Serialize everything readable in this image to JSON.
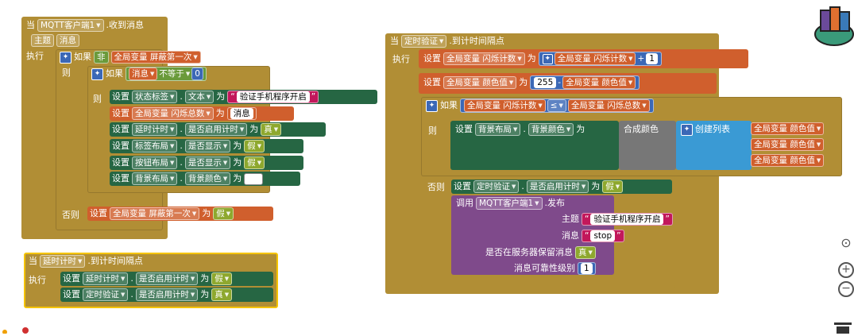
{
  "mqtt_event": {
    "when": "当",
    "component": "MQTT客户端1",
    "event": ".收到消息",
    "param1": "主题",
    "param2": "消息",
    "do": "执行",
    "if": "如果",
    "not": "非",
    "global_block_first": "全局变量 屏蔽第一次",
    "then": "则",
    "msg_var": "消息",
    "neq": "不等于",
    "zero": "0",
    "set": "设置",
    "status_label": "状态标签",
    "text_prop": "文本",
    "to": "为",
    "verify_msg": "验证手机程序开启",
    "global_blink_total": "全局变量 闪烁总数",
    "msg_var2": "消息",
    "delay_timer": "延时计时",
    "timer_enabled": "是否启用计时",
    "true": "真",
    "label_layout": "标签布局",
    "visible_prop": "是否显示",
    "false": "假",
    "button_layout": "按钮布局",
    "bg_layout": "背景布局",
    "bg_color_prop": "背景颜色",
    "else": "否则"
  },
  "delay_event": {
    "when": "当",
    "component": "延时计时",
    "event": ".到计时间隔点",
    "do": "执行",
    "set": "设置",
    "c1": "延时计时",
    "prop": "是否启用计时",
    "to": "为",
    "v1": "假",
    "c2": "定时验证",
    "v2": "真"
  },
  "timer_event": {
    "when": "当",
    "component": "定时验证",
    "event": ".到计时间隔点",
    "do": "执行",
    "set": "设置",
    "blink_count": "全局变量 闪烁计数",
    "to": "为",
    "plus": "+",
    "one": "1",
    "color_val": "全局变量 颜色值",
    "n255": "255",
    "minus": "-",
    "if": "如果",
    "le": "≤",
    "blink_total": "全局变量 闪烁总数",
    "then": "则",
    "bg_layout": "背景布局",
    "bg_color": "背景颜色",
    "make_color": "合成颜色",
    "make_list": "创建列表",
    "else": "否则",
    "timer_comp": "定时验证",
    "timer_enabled": "是否启用计时",
    "false": "假",
    "call": "调用",
    "mqtt": "MQTT客户端1",
    "publish": ".发布",
    "topic": "主题",
    "topic_val": "验证手机程序开启",
    "message": "消息",
    "message_val": "stop",
    "retain": "是否在服务器保留消息",
    "true": "真",
    "qos": "消息可靠性级别",
    "qos_val": "1"
  },
  "workspace_controls": {
    "recenter": "⊙",
    "zoom_in": "+",
    "zoom_out": "−"
  }
}
